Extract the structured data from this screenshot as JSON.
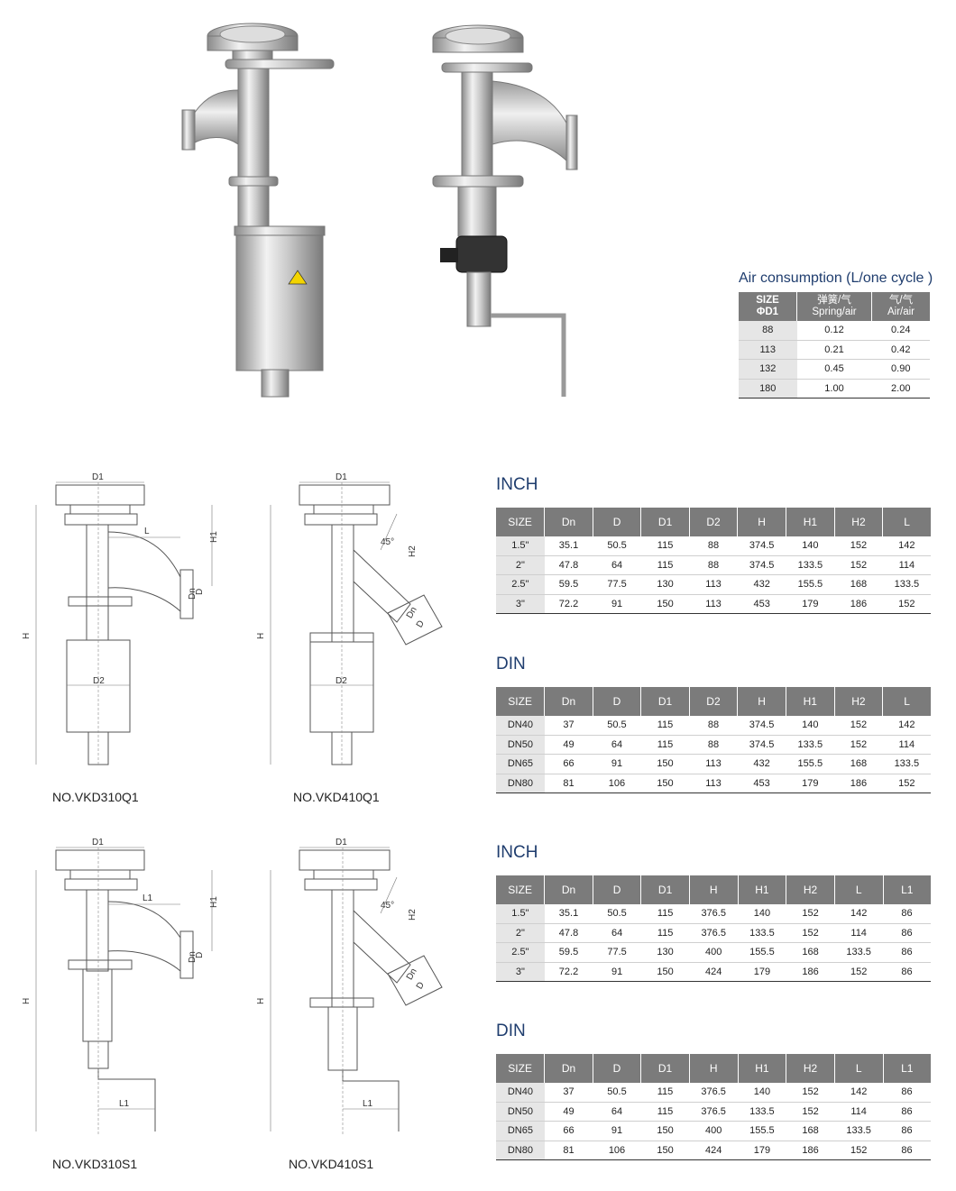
{
  "air": {
    "title": "Air consumption (L/one cycle )",
    "headers": [
      [
        "SIZE",
        "ΦD1"
      ],
      [
        "弹簧/气",
        "Spring/air"
      ],
      [
        "气/气",
        "Air/air"
      ]
    ],
    "rows": [
      [
        "88",
        "0.12",
        "0.24"
      ],
      [
        "113",
        "0.21",
        "0.42"
      ],
      [
        "132",
        "0.45",
        "0.90"
      ],
      [
        "180",
        "1.00",
        "2.00"
      ]
    ]
  },
  "drawings": {
    "labels": {
      "D1": "D1",
      "L": "L",
      "L1": "L1",
      "H": "H",
      "H1": "H1",
      "H2": "H2",
      "D": "D",
      "Dn": "Dn",
      "D2": "D2",
      "angle": "45°"
    },
    "models": [
      "NO.VKD310Q1",
      "NO.VKD410Q1",
      "NO.VKD310S1",
      "NO.VKD410S1"
    ]
  },
  "tables": [
    {
      "title": "INCH",
      "headers": [
        "SIZE",
        "Dn",
        "D",
        "D1",
        "D2",
        "H",
        "H1",
        "H2",
        "L"
      ],
      "rows": [
        [
          "1.5\"",
          "35.1",
          "50.5",
          "115",
          "88",
          "374.5",
          "140",
          "152",
          "142"
        ],
        [
          "2\"",
          "47.8",
          "64",
          "115",
          "88",
          "374.5",
          "133.5",
          "152",
          "114"
        ],
        [
          "2.5\"",
          "59.5",
          "77.5",
          "130",
          "113",
          "432",
          "155.5",
          "168",
          "133.5"
        ],
        [
          "3\"",
          "72.2",
          "91",
          "150",
          "113",
          "453",
          "179",
          "186",
          "152"
        ]
      ]
    },
    {
      "title": "DIN",
      "headers": [
        "SIZE",
        "Dn",
        "D",
        "D1",
        "D2",
        "H",
        "H1",
        "H2",
        "L"
      ],
      "rows": [
        [
          "DN40",
          "37",
          "50.5",
          "115",
          "88",
          "374.5",
          "140",
          "152",
          "142"
        ],
        [
          "DN50",
          "49",
          "64",
          "115",
          "88",
          "374.5",
          "133.5",
          "152",
          "114"
        ],
        [
          "DN65",
          "66",
          "91",
          "150",
          "113",
          "432",
          "155.5",
          "168",
          "133.5"
        ],
        [
          "DN80",
          "81",
          "106",
          "150",
          "113",
          "453",
          "179",
          "186",
          "152"
        ]
      ]
    },
    {
      "title": "INCH",
      "headers": [
        "SIZE",
        "Dn",
        "D",
        "D1",
        "H",
        "H1",
        "H2",
        "L",
        "L1"
      ],
      "rows": [
        [
          "1.5\"",
          "35.1",
          "50.5",
          "115",
          "376.5",
          "140",
          "152",
          "142",
          "86"
        ],
        [
          "2\"",
          "47.8",
          "64",
          "115",
          "376.5",
          "133.5",
          "152",
          "114",
          "86"
        ],
        [
          "2.5\"",
          "59.5",
          "77.5",
          "130",
          "400",
          "155.5",
          "168",
          "133.5",
          "86"
        ],
        [
          "3\"",
          "72.2",
          "91",
          "150",
          "424",
          "179",
          "186",
          "152",
          "86"
        ]
      ]
    },
    {
      "title": "DIN",
      "headers": [
        "SIZE",
        "Dn",
        "D",
        "D1",
        "H",
        "H1",
        "H2",
        "L",
        "L1"
      ],
      "rows": [
        [
          "DN40",
          "37",
          "50.5",
          "115",
          "376.5",
          "140",
          "152",
          "142",
          "86"
        ],
        [
          "DN50",
          "49",
          "64",
          "115",
          "376.5",
          "133.5",
          "152",
          "114",
          "86"
        ],
        [
          "DN65",
          "66",
          "91",
          "150",
          "400",
          "155.5",
          "168",
          "133.5",
          "86"
        ],
        [
          "DN80",
          "81",
          "106",
          "150",
          "424",
          "179",
          "186",
          "152",
          "86"
        ]
      ]
    }
  ]
}
